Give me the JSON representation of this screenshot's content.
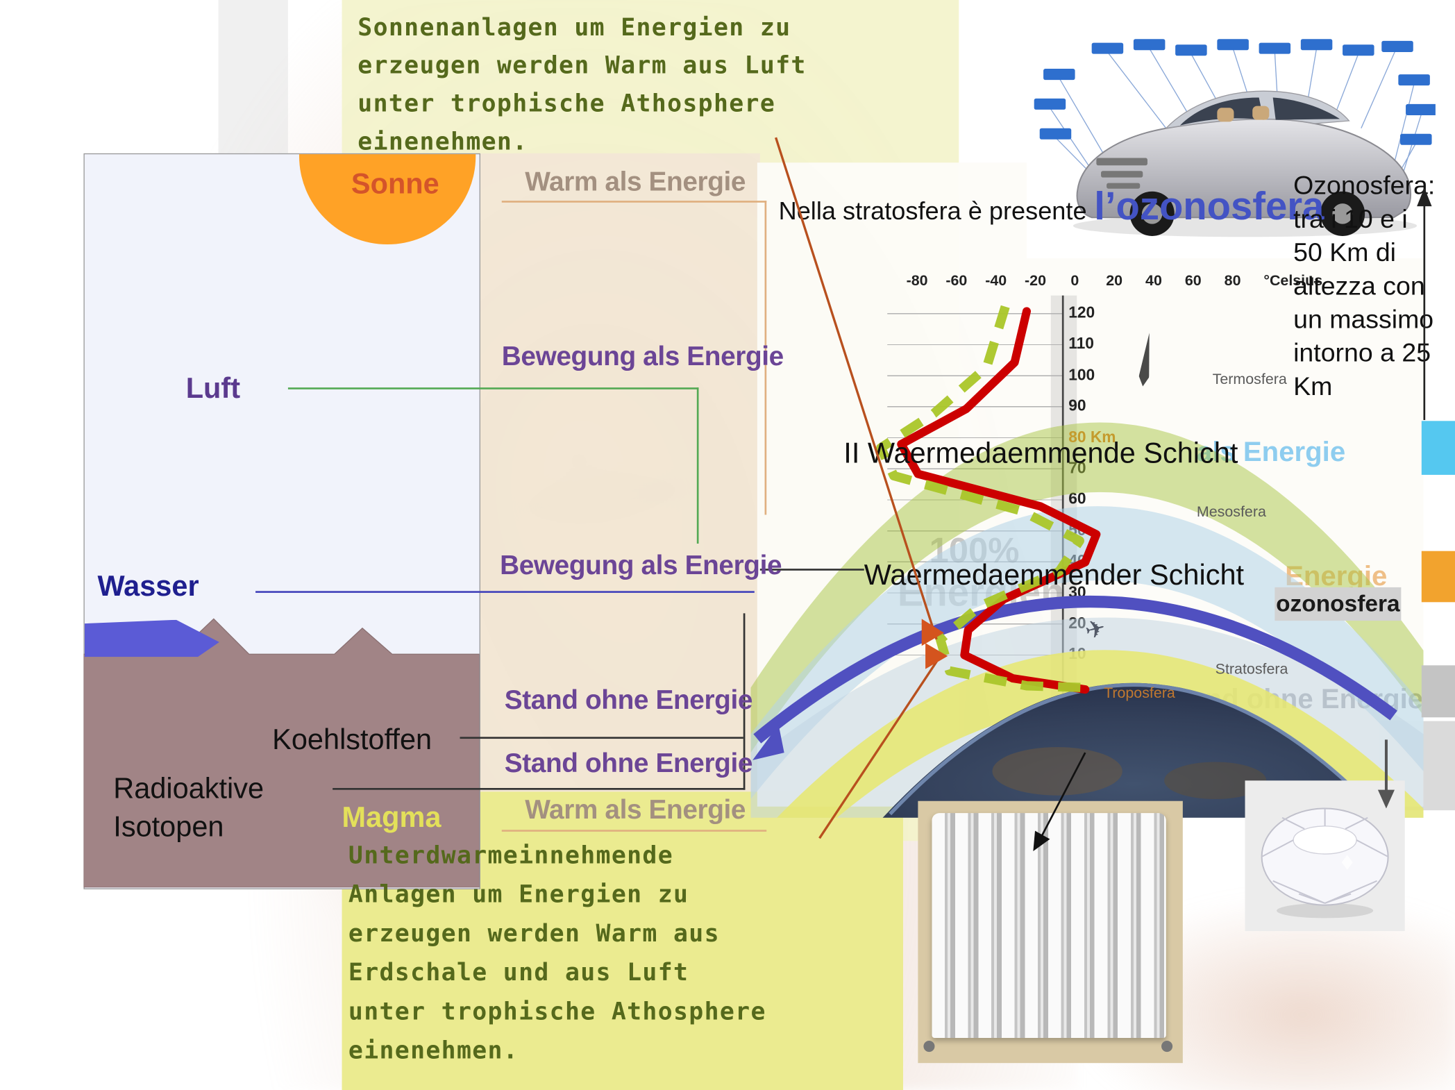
{
  "notes": {
    "top": "Sonnenanlagen um Energien zu\nerzeugen werden Warm aus Luft\nunter trophische Athosphere\neinenehmen.",
    "bottom": "Unterdwarmeinnehmende\nAnlagen um Energien zu\nerzeugen werden Warm aus\nErdschale und aus Luft\nunter trophische Athosphere\neinenehmen."
  },
  "left_panel": {
    "sonne": "Sonne",
    "luft": "Luft",
    "wasser": "Wasser",
    "koehlstoffen": "Koehlstoffen",
    "radioaktive_isotopen": "Radioaktive\nIsotopen",
    "magma": "Magma"
  },
  "energy_labels": {
    "warm_top": "Warm als Energie",
    "bewegung_1": "Bewegung als Energie",
    "bewegung_2": "Bewegung als Energie",
    "stand_1": "Stand ohne Energie",
    "stand_2": "Stand ohne Energie",
    "warm_bottom": "Warm als Energie"
  },
  "atmosphere_chart": {
    "intro_text": "Nella stratosfera è presente",
    "ozonosfera_title": "l’ozonosfera",
    "ozone_note": "Ozonosfera:\ntra i 10 e i\n50 Km di\naltezza con\nun massimo\nintorno a 25\nKm",
    "celsius_ticks": [
      "-80",
      "-60",
      "-40",
      "-20",
      "0",
      "20",
      "40",
      "60",
      "80"
    ],
    "celsius_unit": "°Celsius",
    "altitude_ticks": [
      "120",
      "110",
      "100",
      "90",
      "80 Km",
      "70",
      "60",
      "50",
      "40",
      "30",
      "20",
      "10"
    ],
    "layer_labels": {
      "termosfera": "Termosfera",
      "mesosfera": "Mesosfera",
      "stratosfera": "Stratosfera",
      "troposfera": "Troposfera"
    },
    "ozonosfera_tag": "ozonosfera",
    "watermark_percent": "100%",
    "watermark_energien": "Energien"
  },
  "schicht": {
    "line1": "II Waermedaemmende Schicht",
    "line2": "Waermedaemmender Schicht"
  },
  "faded_labels": {
    "als_energie": "als Energie",
    "energie": "Energie",
    "stand_ohne": "Stand ohne Energie"
  },
  "colors": {
    "sun": "#FFA226",
    "temperature_curve": "#CC0000",
    "dashed_curve": "#AAC629",
    "note_green": "#55691C",
    "label_purple": "#6B4596",
    "label_tan": "#A39080",
    "ozon_blue": "#4353C4",
    "right_blue_block": "#55C8F0",
    "right_orange_block": "#F2A32E",
    "right_gray_block": "#C4C4C4"
  }
}
